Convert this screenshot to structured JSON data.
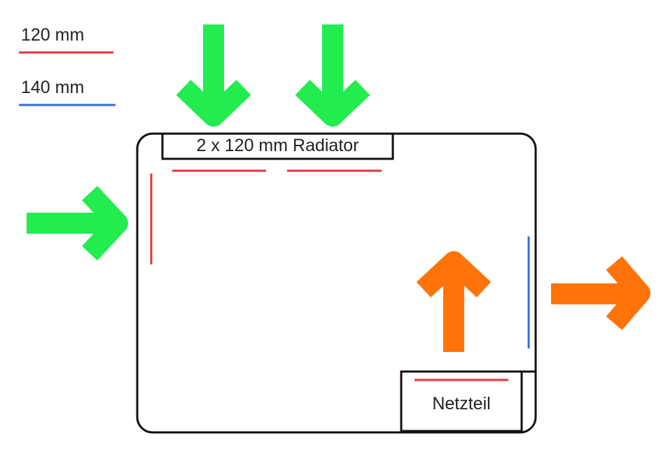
{
  "legend": [
    {
      "label": "120 mm",
      "color": "#e8323a"
    },
    {
      "label": "140 mm",
      "color": "#2f6de0"
    }
  ],
  "radiator_label": "2 x 120 mm Radiator",
  "psu_label": "Netzteil",
  "colors": {
    "intake": "#22ec4e",
    "exhaust": "#ff7308",
    "outline": "#111111"
  }
}
